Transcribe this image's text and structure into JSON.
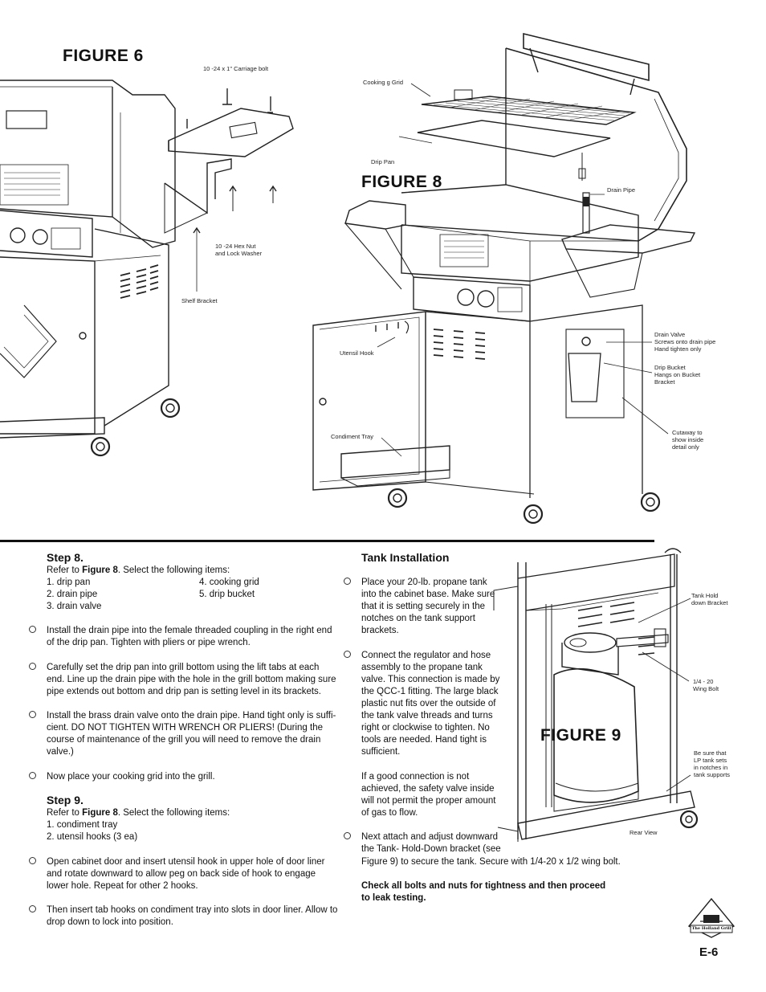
{
  "figures": {
    "fig6": {
      "title": "FIGURE 6",
      "labels": {
        "carriage_bolt": "10 -24 x 1\" Carriage bolt",
        "hex_nut_1": "10 -24 Hex Nut",
        "hex_nut_2": "and Lock Washer",
        "shelf_bracket": "Shelf Bracket"
      }
    },
    "fig8": {
      "title": "FIGURE 8",
      "labels": {
        "cooking_grid": "Cooking g Grid",
        "drip_pan": "Drip Pan",
        "drain_pipe": "Drain Pipe",
        "drain_valve_1": "Drain Valve",
        "drain_valve_2": "Screws onto drain pipe",
        "drain_valve_3": "Hand tighten only",
        "drip_bucket_1": "Drip Bucket",
        "drip_bucket_2": "Hangs on Bucket",
        "drip_bucket_3": "Bracket",
        "utensil_hook": "Utensil Hook",
        "condiment_tray": "Condiment Tray",
        "cutaway_1": "Cutaway to",
        "cutaway_2": "show inside",
        "cutaway_3": "detail only"
      }
    },
    "fig9": {
      "title": "FIGURE 9",
      "labels": {
        "tank_hold_1": "Tank Hold",
        "tank_hold_2": "down Bracket",
        "wing_bolt_1": "1/4 - 20",
        "wing_bolt_2": "Wing Bolt",
        "be_sure_1": "Be sure that",
        "be_sure_2": "LP tank sets",
        "be_sure_3": "in notches in",
        "be_sure_4": "tank supports",
        "rear_view": "Rear View"
      }
    },
    "logo_text": "The Holland Grill"
  },
  "step8": {
    "heading": "Step 8.",
    "intro_pre": "Refer to ",
    "intro_ref": "Figure 8",
    "intro_post": ". Select the following items:",
    "items_left": [
      "1. drip pan",
      "2. drain pipe",
      "3. drain valve"
    ],
    "items_right": [
      "4. cooking grid",
      "5. drip bucket"
    ],
    "bullets": [
      [
        "Install the drain pipe into the female threaded coupling in the right end",
        "of the drip pan. Tighten with pliers or pipe wrench."
      ],
      [
        "Carefully set the drip pan into grill bottom using the lift tabs at each",
        "end. Line up the drain pipe with the hole in the grill bottom making sure",
        "pipe extends out bottom and drip pan is setting level in its brackets."
      ],
      [
        "Install the brass drain valve onto the drain pipe. Hand tight only is suffi-",
        "cient. DO NOT TIGHTEN WITH WRENCH OR PLIERS! (During the",
        "course of maintenance of the grill you will need to remove the drain",
        "valve.)"
      ],
      [
        "Now place your cooking grid into the grill."
      ]
    ]
  },
  "step9": {
    "heading": "Step 9.",
    "intro_pre": "Refer to ",
    "intro_ref": "Figure 8",
    "intro_post": ". Select the following items:",
    "items": [
      "1. condiment tray",
      "2. utensil hooks (3 ea)"
    ],
    "bullets": [
      [
        "Open cabinet door and insert utensil hook in upper hole of door liner",
        "and rotate downward to allow peg on back side of hook to engage",
        "lower hole. Repeat for other 2 hooks."
      ],
      [
        "Then insert tab hooks on condiment tray into slots in door liner. Allow to",
        "drop down to lock into position."
      ]
    ]
  },
  "tank": {
    "heading": "Tank Installation",
    "bullet1": [
      "Place your 20-lb. propane tank",
      "into the cabinet base. Make sure",
      "that it is setting securely in the",
      "notches on the tank support",
      "brackets."
    ],
    "bullet2": [
      "Connect the regulator and hose",
      "assembly to the propane tank",
      "valve. This connection is made by",
      "the QCC-1 fitting. The large black",
      "plastic nut fits over the outside of",
      "the tank valve threads and turns",
      "right or clockwise to tighten. No",
      "tools are needed. Hand tight is",
      "sufficient."
    ],
    "para": [
      "If a good connection is not",
      "achieved, the safety valve inside",
      "will not permit the proper amount",
      "of gas to flow."
    ],
    "bullet3": [
      "Next attach and adjust downward",
      "the Tank- Hold-Down bracket (see"
    ],
    "bullet3_cont": "Figure 9) to secure the tank. Secure with 1/4-20 x 1/2 wing bolt.",
    "closing": [
      "Check all bolts and nuts for tightness and then proceed",
      "to leak testing."
    ]
  },
  "page_number": "E-6"
}
